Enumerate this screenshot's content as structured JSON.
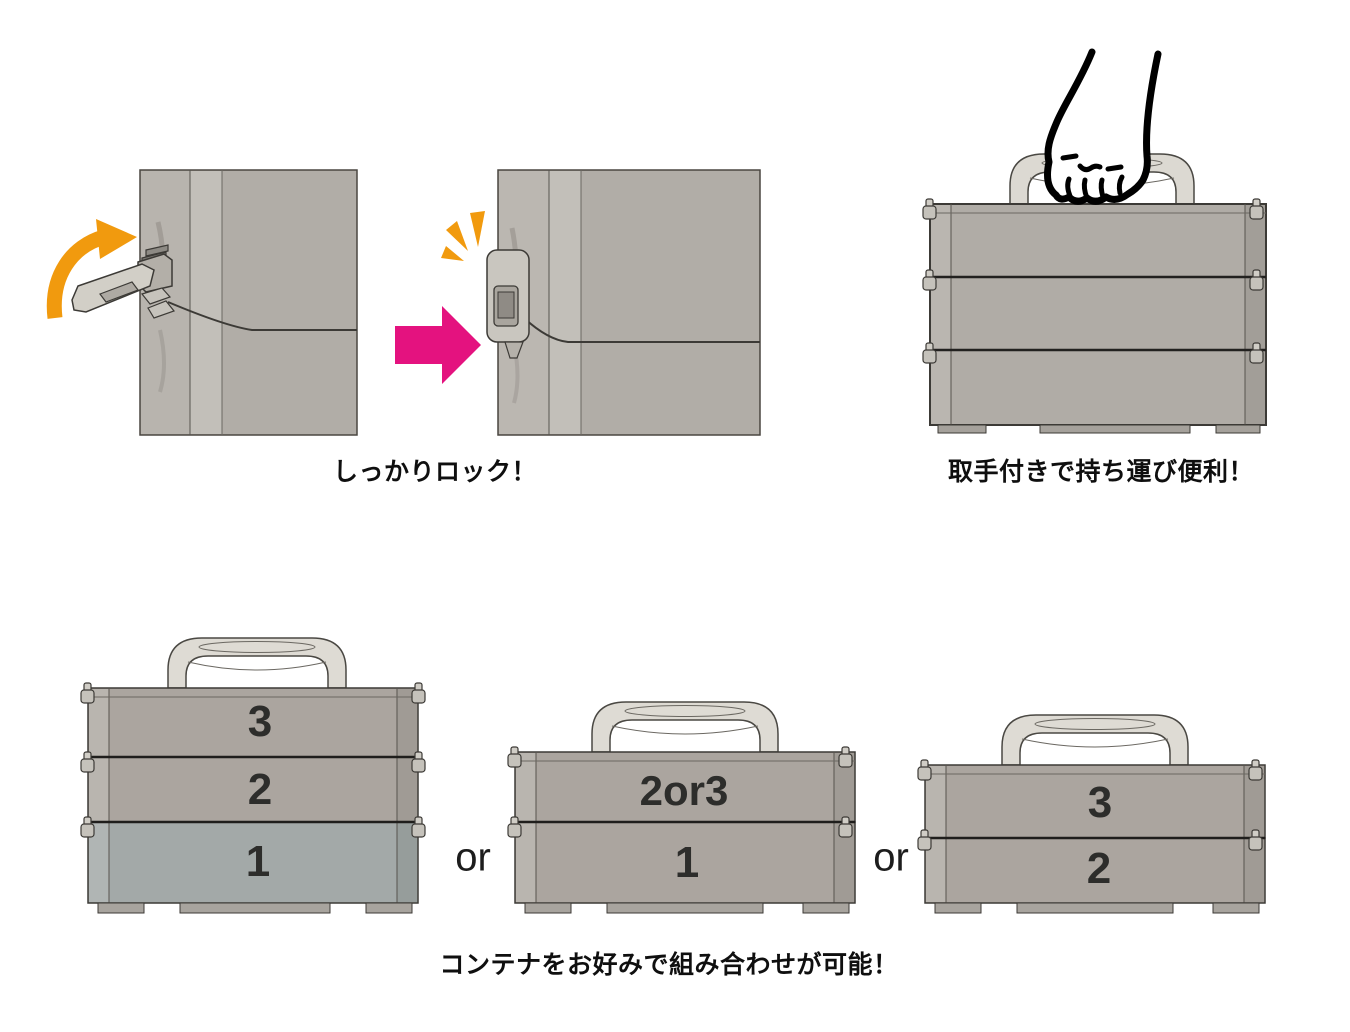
{
  "page": {
    "background": "#ffffff",
    "type": "product-feature-infographic"
  },
  "colors": {
    "accent_orange": "#F19A0E",
    "accent_pink": "#E4127F",
    "container_gray": "#ABA59F",
    "container_blue_gray": "#A3A9A8",
    "handle_gray": "#DEDBD4",
    "outline_dark": "#3C3A36",
    "text_dark": "#0F0F0F"
  },
  "lock_demo": {
    "caption": "しっかりロック！",
    "icons": [
      "rotate-arrow-icon",
      "next-arrow-icon",
      "lock-emphasis-icon"
    ]
  },
  "carry_demo": {
    "caption": "取手付きで持ち運び便利！",
    "icons": [
      "hand-illustration"
    ]
  },
  "combine_demo": {
    "caption": "コンテナをお好みで組み合わせが可能！",
    "separator": "or",
    "options": [
      {
        "name": "three-tier-stack",
        "tiers": [
          "3",
          "2",
          "1"
        ]
      },
      {
        "name": "two-tier-stack-tall",
        "tiers": [
          "2or3",
          "1"
        ]
      },
      {
        "name": "two-tier-stack",
        "tiers": [
          "3",
          "2"
        ]
      }
    ]
  }
}
